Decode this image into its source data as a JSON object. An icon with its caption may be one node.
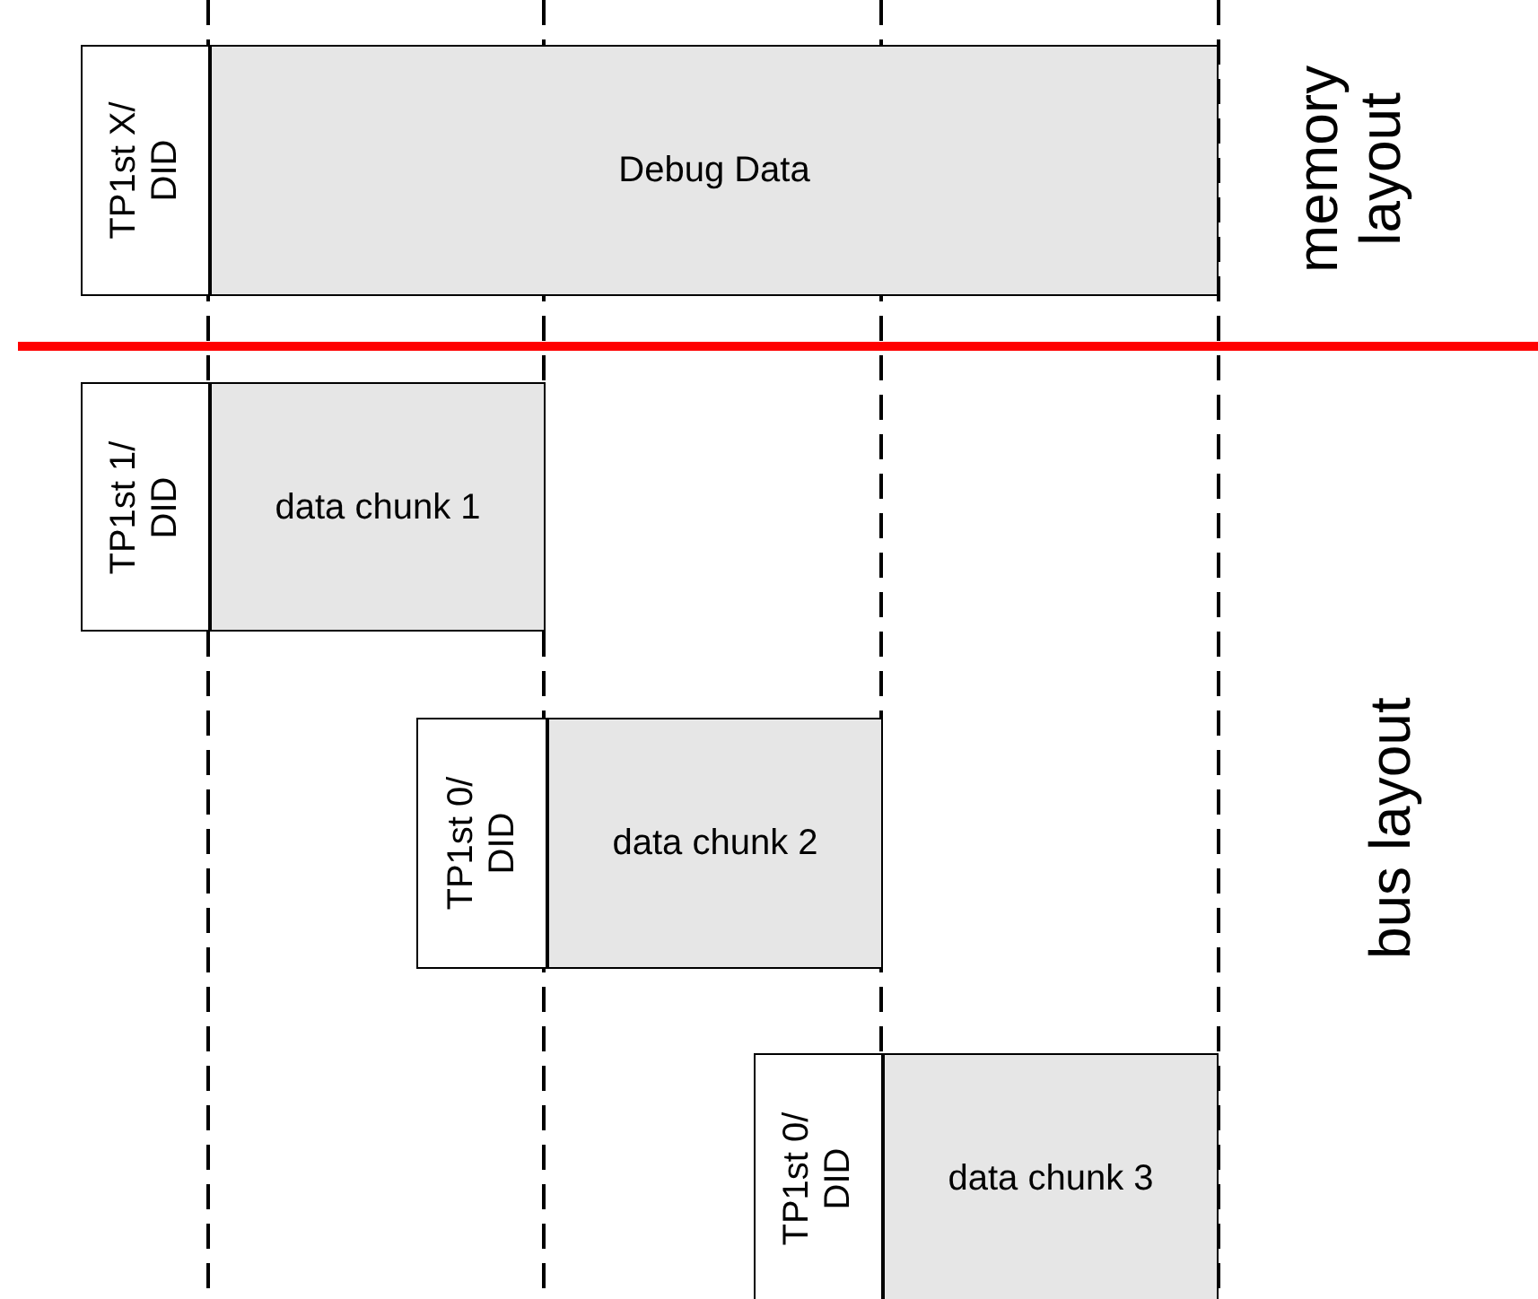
{
  "diagram": {
    "nodes": [
      {
        "text": [
          "TP1st X/ DID"
        ]
      },
      {
        "text": [
          "Debug Data"
        ]
      },
      {
        "text": [
          "TP1st 1/ DID"
        ]
      },
      {
        "text": [
          "data chunk 1"
        ]
      },
      {
        "text": [
          "TP1st 0/ DID"
        ]
      },
      {
        "text": [
          "data chunk 2"
        ]
      },
      {
        "text": [
          "TP1st 0/ DID"
        ]
      },
      {
        "text": [
          "data chunk 3"
        ]
      }
    ],
    "edges": [],
    "labels": [
      "memory layout",
      "bus layout"
    ]
  }
}
